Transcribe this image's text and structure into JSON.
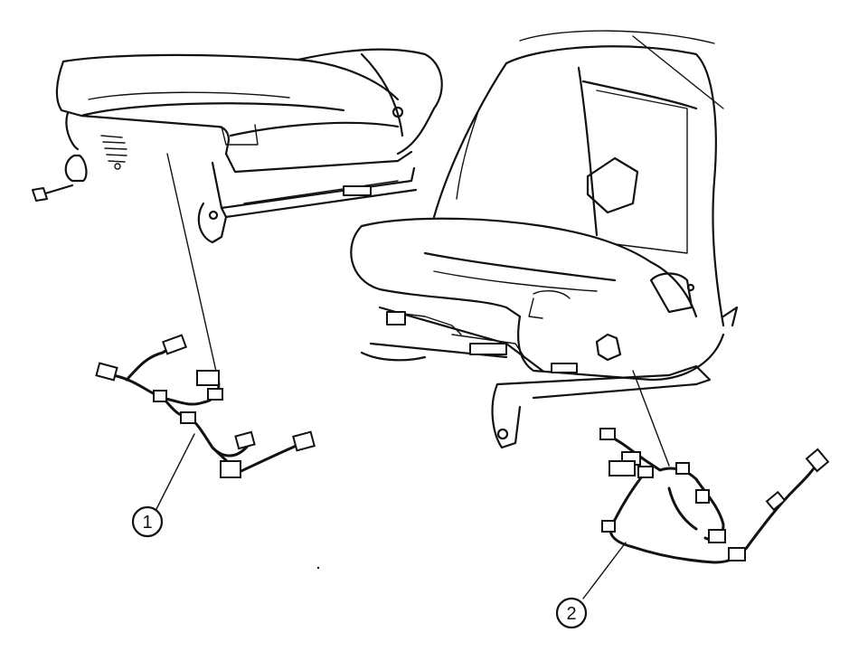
{
  "callouts": [
    {
      "id": "callout-1",
      "label": "1"
    },
    {
      "id": "callout-2",
      "label": "2"
    }
  ],
  "colors": {
    "line": "#111111",
    "background": "#ffffff"
  }
}
